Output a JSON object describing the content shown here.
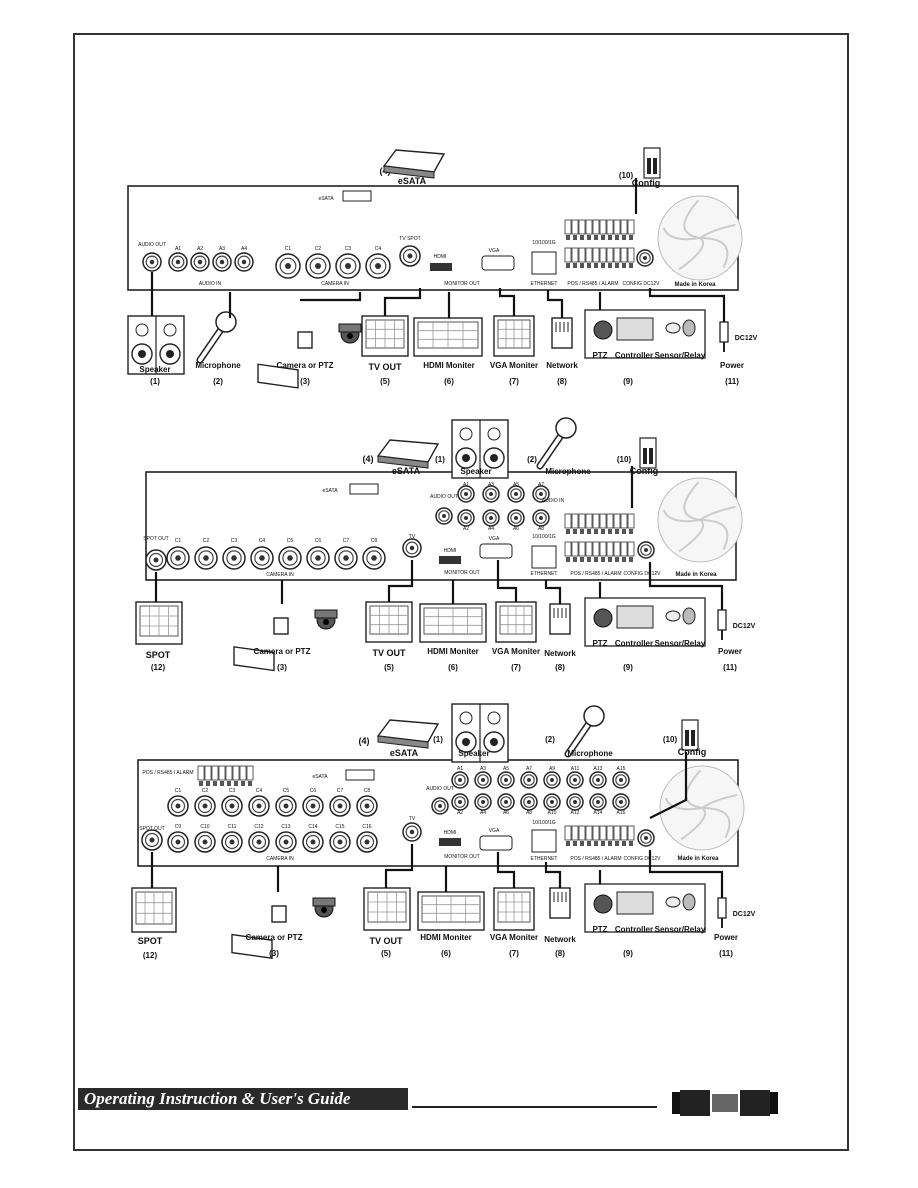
{
  "footer": {
    "title": "Operating Instruction & User's Guide"
  },
  "diagrams": [
    {
      "esata_label": "eSATA",
      "config_label": "Config",
      "made_in": "Made in Korea",
      "audio_out": "AUDIO OUT",
      "audio_in": "AUDIO IN",
      "camera_in": "CAMERA IN",
      "monitor_out": "MONITOR OUT",
      "ethernet": "ETHERNET",
      "lan_speed": "10/100/1G",
      "pos": "POS / RS485 / ALARM",
      "dc_label": "CONFIG DC12V",
      "audio_ins": [
        "A1",
        "A2",
        "A3",
        "A4"
      ],
      "cams": [
        "C1",
        "C2",
        "C3",
        "C4"
      ],
      "tv_spot": "TV SPOT",
      "hdmi": "HDMI",
      "vga": "VGA",
      "callouts": {
        "n1": "(1)",
        "n2": "(2)",
        "n3": "(3)",
        "n4": "(4)",
        "n5": "(5)",
        "n6": "(6)",
        "n7": "(7)",
        "n8": "(8)",
        "n9": "(9)",
        "n10": "(10)",
        "n11": "(11)"
      },
      "devices": {
        "speaker": "Speaker",
        "microphone": "Microphone",
        "camera": "Camera or PTZ",
        "tv": "TV  OUT",
        "hdmi": "HDMI Moniter",
        "vga": "VGA Moniter",
        "network": "Network",
        "ptz": "PTZ",
        "controller": "Controller",
        "sensor": "Sensor/Relay",
        "power": "Power",
        "dc12v": "DC12V"
      }
    },
    {
      "esata_label": "eSATA",
      "config_label": "Config",
      "made_in": "Made in Korea",
      "audio_out": "AUDIO OUT",
      "audio_in": "AUDIO IN",
      "camera_in": "CAMERA IN",
      "monitor_out": "MONITOR OUT",
      "ethernet": "ETHERNET",
      "lan_speed": "10/100/1G",
      "pos": "POS / RS485 / ALARM",
      "dc_label": "CONFIG DC12V",
      "spot_out": "SPOT OUT",
      "audio_top": [
        "A1",
        "A3",
        "A5",
        "A7"
      ],
      "audio_bottom": [
        "A2",
        "A4",
        "A6",
        "A8"
      ],
      "cams": [
        "C1",
        "C2",
        "C3",
        "C4",
        "C5",
        "C6",
        "C7",
        "C8"
      ],
      "tv": "TV",
      "hdmi": "HDMI",
      "vga": "VGA",
      "callouts": {
        "n1": "(1)",
        "n2": "(2)",
        "n3": "(3)",
        "n4": "(4)",
        "n5": "(5)",
        "n6": "(6)",
        "n7": "(7)",
        "n8": "(8)",
        "n9": "(9)",
        "n10": "(10)",
        "n11": "(11)",
        "n12": "(12)"
      },
      "devices": {
        "speaker": "Speaker",
        "microphone": "Microphone",
        "camera": "Camera or PTZ",
        "spot": "SPOT",
        "tv": "TV  OUT",
        "hdmi": "HDMI Moniter",
        "vga": "VGA Moniter",
        "network": "Network",
        "ptz": "PTZ",
        "controller": "Controller",
        "sensor": "Sensor/Relay",
        "power": "Power",
        "dc12v": "DC12V"
      }
    },
    {
      "esata_label": "eSATA",
      "config_label": "Config",
      "made_in": "Made in Korea",
      "audio_out": "AUDIO OUT",
      "camera_in": "CAMERA IN",
      "monitor_out": "MONITOR OUT",
      "ethernet": "ETHERNET",
      "lan_speed": "10/100/1G",
      "pos": "POS / RS485 / ALARM",
      "dc_label": "CONFIG DC12V",
      "spot_out": "SPOT OUT",
      "audio_top": [
        "A1",
        "A3",
        "A5",
        "A7",
        "A9",
        "A11",
        "A13",
        "A15"
      ],
      "audio_bottom": [
        "A2",
        "A4",
        "A6",
        "A8",
        "A10",
        "A12",
        "A14",
        "A16"
      ],
      "cams_top": [
        "C1",
        "C2",
        "C3",
        "C4",
        "C5",
        "C6",
        "C7",
        "C8"
      ],
      "cams_bottom": [
        "C9",
        "C10",
        "C11",
        "C12",
        "C13",
        "C14",
        "C15",
        "C16"
      ],
      "tv": "TV",
      "hdmi": "HDMI",
      "vga": "VGA",
      "callouts": {
        "n1": "(1)",
        "n2": "(2)",
        "n3": "(3)",
        "n4": "(4)",
        "n5": "(5)",
        "n6": "(6)",
        "n7": "(7)",
        "n8": "(8)",
        "n9": "(9)",
        "n10": "(10)",
        "n11": "(11)",
        "n12": "(12)"
      },
      "devices": {
        "speaker": "Speaker",
        "microphone": "Microphone",
        "camera": "Camera or PTZ",
        "spot": "SPOT",
        "tv": "TV  OUT",
        "hdmi": "HDMI Moniter",
        "vga": "VGA Moniter",
        "network": "Network",
        "ptz": "PTZ",
        "controller": "Controller",
        "sensor": "Sensor/Relay",
        "power": "Power",
        "dc12v": "DC12V"
      }
    }
  ]
}
